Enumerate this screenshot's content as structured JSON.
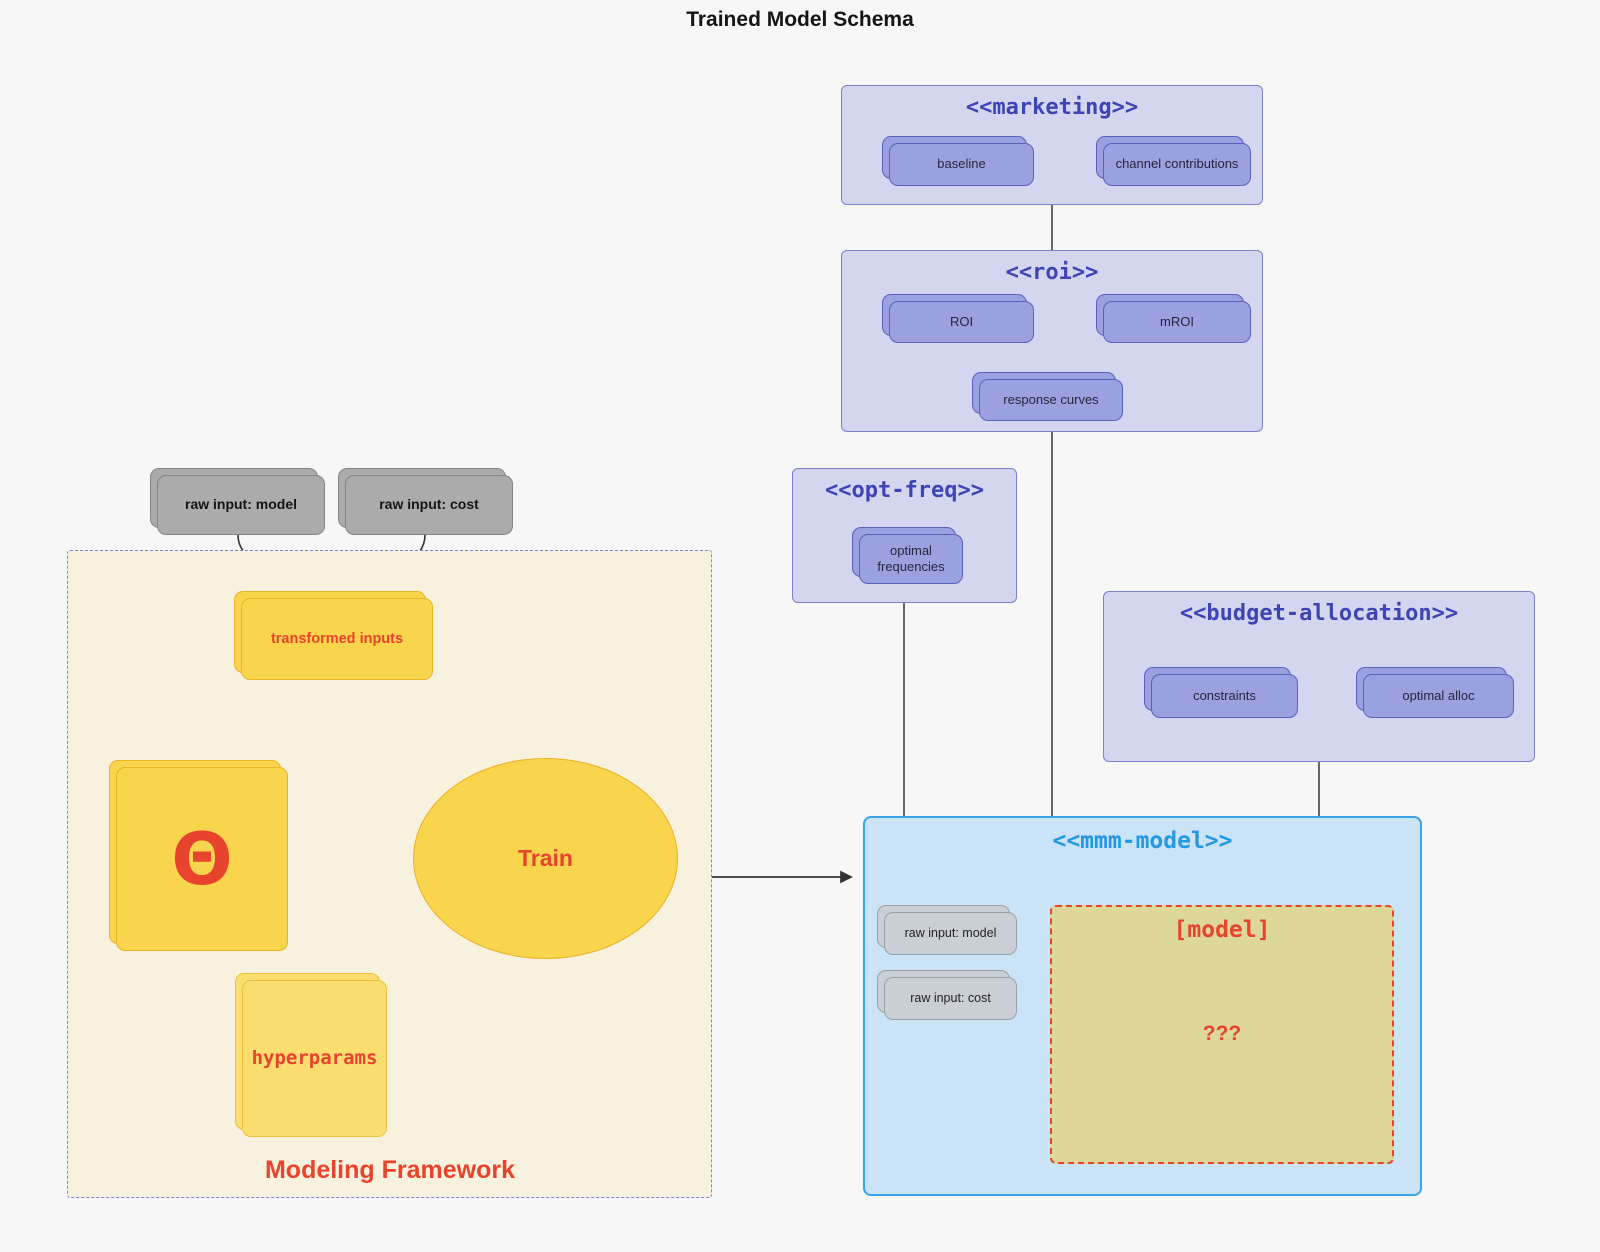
{
  "diagram_title": "Trained Model Schema",
  "marketing": {
    "title": "<<marketing>>",
    "baseline": "baseline",
    "channel_contributions": "channel contributions"
  },
  "roi": {
    "title": "<<roi>>",
    "roi": "ROI",
    "mroi": "mROI",
    "response_curves": "response curves"
  },
  "opt_freq": {
    "title": "<<opt-freq>>",
    "optimal_frequencies": "optimal frequencies"
  },
  "budget_allocation": {
    "title": "<<budget-allocation>>",
    "constraints": "constraints",
    "optimal_alloc": "optimal alloc"
  },
  "raw_inputs": {
    "model": "raw input: model",
    "cost": "raw input: cost"
  },
  "framework": {
    "label": "Modeling Framework",
    "transformed_inputs": "transformed inputs",
    "theta": "Θ",
    "train": "Train",
    "hyperparams": "hyperparams"
  },
  "mmm_model": {
    "title": "<<mmm-model>>",
    "raw_input_model": "raw input: model",
    "raw_input_cost": "raw input: cost",
    "model_label": "[model]",
    "unknown": "???"
  },
  "edges": [
    {
      "from": "marketing",
      "to": "roi",
      "style": "plain"
    },
    {
      "from": "roi",
      "to": "mmm-model",
      "style": "plain"
    },
    {
      "from": "opt-freq",
      "to": "mmm-model",
      "style": "plain"
    },
    {
      "from": "budget-allocation",
      "to": "mmm-model",
      "style": "plain"
    },
    {
      "from": "baseline",
      "to": "channel contributions",
      "style": "double-arrow"
    },
    {
      "from": "ROI",
      "to": "mROI",
      "style": "double-arrow"
    },
    {
      "from": "constraints",
      "to": "optimal alloc",
      "style": "double-arrow"
    },
    {
      "from": "raw input: model",
      "to": "transformed inputs",
      "style": "arrow"
    },
    {
      "from": "raw input: cost",
      "to": "transformed inputs",
      "style": "arrow"
    },
    {
      "from": "transformed inputs",
      "to": "Train",
      "style": "red-arrow"
    },
    {
      "from": "theta",
      "to": "Train",
      "style": "red-arrow"
    },
    {
      "from": "hyperparams",
      "to": "Train",
      "style": "red-arrow"
    },
    {
      "from": "Modeling Framework",
      "to": "mmm-model",
      "style": "arrow"
    }
  ],
  "colors": {
    "background": "#f7f7f8",
    "purple_container_fill": "#d4d6f0",
    "purple_container_border": "#7a80cc",
    "purple_node_fill": "#9aa0e0",
    "purple_node_border": "#5a61bd",
    "purple_title": "#3d44b3",
    "mmm_fill": "#cbe3f6",
    "mmm_border": "#3aa4e8",
    "mmm_title": "#2499e3",
    "framework_fill": "#f8f1dd",
    "framework_border": "#7b82d8",
    "yellow_fill": "#f9d54e",
    "yellow_border": "#eab225",
    "accent_red": "#e8432c",
    "gray_node_fill": "#ababab",
    "gray_light_fill": "#c9cfd5",
    "model_box_fill": "#ddd89a",
    "edge_dark": "#444444"
  }
}
